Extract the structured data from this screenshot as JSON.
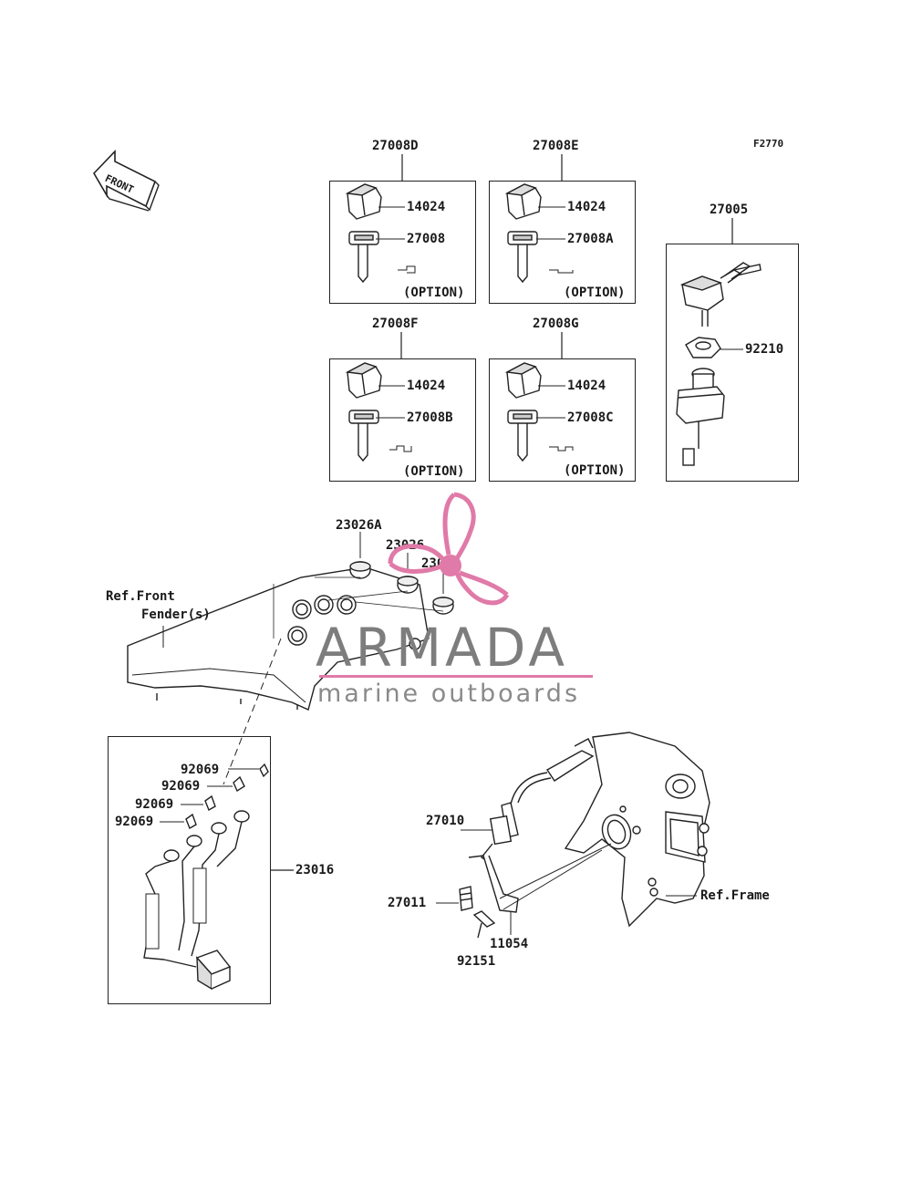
{
  "diagram": {
    "figure_code": "F2770",
    "front_arrow_label": "FRONT",
    "option_label": "(OPTION)",
    "groups": {
      "g27008D": "27008D",
      "g27008E": "27008E",
      "g27008F": "27008F",
      "g27008G": "27008G",
      "g27005": "27005",
      "g23016": "23016"
    },
    "parts": {
      "p14024_a": "14024",
      "p27008": "27008",
      "p14024_b": "14024",
      "p27008A": "27008A",
      "p14024_c": "14024",
      "p27008B": "27008B",
      "p14024_d": "14024",
      "p27008C": "27008C",
      "p92210": "92210",
      "p23026A": "23026A",
      "p23026_a": "23026",
      "p23026_b": "23026",
      "p92069_a": "92069",
      "p92069_b": "92069",
      "p92069_c": "92069",
      "p92069_d": "92069",
      "p27010": "27010",
      "p27011": "27011",
      "p11054": "11054",
      "p92151": "92151"
    },
    "references": {
      "front_fender_line1": "Ref.Front",
      "front_fender_line2": "Fender(s)",
      "frame": "Ref.Frame"
    }
  },
  "watermark": {
    "brand": "ARMADA",
    "tagline": "marine outboards",
    "accent_color": "#e07aa8",
    "text_color": "#7d7d7d"
  }
}
